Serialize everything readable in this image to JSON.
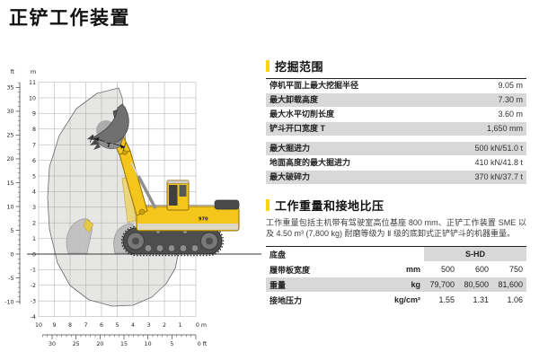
{
  "title": "正铲工作装置",
  "diagram": {
    "ft_unit": "ft",
    "m_unit": "m",
    "left_ft": [
      "35",
      "30",
      "25",
      "20",
      "15",
      "10",
      "5",
      "0",
      "-5",
      "-10"
    ],
    "left_m": [
      "11",
      "10",
      "9",
      "8",
      "7",
      "6",
      "5",
      "4",
      "3",
      "2",
      "1",
      "0",
      "-1",
      "-2",
      "-3",
      "-4"
    ],
    "bottom_m": [
      "10",
      "9",
      "8",
      "7",
      "6",
      "5",
      "4",
      "3",
      "2",
      "1",
      "0 m"
    ],
    "bottom_ft": [
      "30",
      "25",
      "20",
      "15",
      "10",
      "5",
      "0 ft"
    ],
    "machine_model": "970",
    "dim_label": "T"
  },
  "digging_range": {
    "heading": "挖掘范围",
    "rows": [
      {
        "label": "停机平面上最大挖掘半径",
        "value": "9.05 m"
      },
      {
        "label": "最大卸载高度",
        "value": "7.30 m"
      },
      {
        "label": "最大水平切削长度",
        "value": "3.60 m"
      },
      {
        "label": "铲斗开口宽度 T",
        "value": "1,650 mm"
      }
    ],
    "force_rows": [
      {
        "label": "最大掘进力",
        "value": "500 kN/51.0 t"
      },
      {
        "label": "地面高度的最大掘进力",
        "value": "410 kN/41.8 t"
      },
      {
        "label": "最大破碎力",
        "value": "370 kN/37.7 t"
      }
    ]
  },
  "weight_section": {
    "heading": "工作重量和接地比压",
    "note": "工作重量包括主机带有驾驶室高位基座 800 mm、正铲工作装置 SME 以及 4.50 m³ (7,800 kg) 耐磨等级为 Ⅱ 级的底卸式正铲铲斗的机器重量。",
    "table": {
      "undercarriage_label": "底盘",
      "undercarriage_value": "S-HD",
      "rows": [
        {
          "label": "履带板宽度",
          "unit": "mm",
          "values": [
            "500",
            "600",
            "750"
          ]
        },
        {
          "label": "重量",
          "unit": "kg",
          "values": [
            "79,700",
            "80,500",
            "81,600"
          ]
        },
        {
          "label": "接地压力",
          "unit": "kg/cm²",
          "values": [
            "1.55",
            "1.31",
            "1.06"
          ]
        }
      ]
    }
  },
  "colors": {
    "accent_yellow": "#fdd505",
    "machine_yellow": "#f4c51a",
    "row_shade": "#d8d8d8",
    "envelope_fill": "#e6e6e4"
  }
}
